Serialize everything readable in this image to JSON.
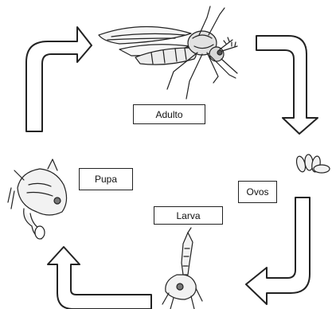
{
  "diagram": {
    "stages": [
      {
        "id": "adulto",
        "label": "Adulto",
        "icon": "adult-mosquito-icon"
      },
      {
        "id": "ovos",
        "label": "Ovos",
        "icon": "mosquito-eggs-icon"
      },
      {
        "id": "larva",
        "label": "Larva",
        "icon": "mosquito-larva-icon"
      },
      {
        "id": "pupa",
        "label": "Pupa",
        "icon": "mosquito-pupa-icon"
      }
    ],
    "cycle_order": [
      "adulto",
      "ovos",
      "larva",
      "pupa"
    ],
    "arrow_style": "white-outlined",
    "colors": {
      "line": "#222222",
      "fill": "#ffffff"
    }
  }
}
